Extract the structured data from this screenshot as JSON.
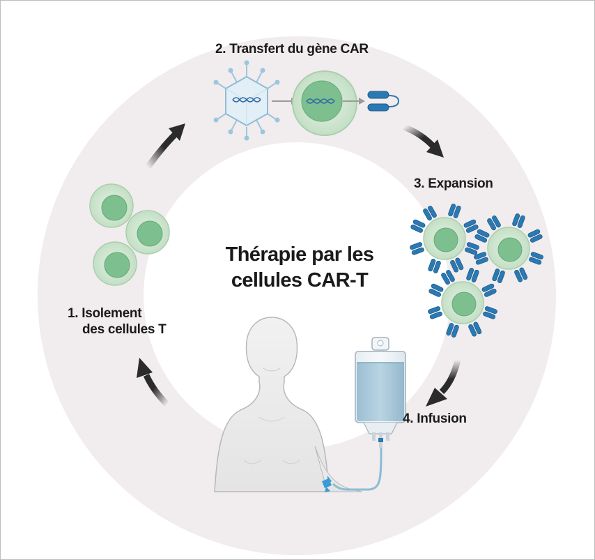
{
  "title": {
    "line1": "Thérapie par les",
    "line2": "cellules CAR-T"
  },
  "steps": [
    {
      "label_line1": "1. Isolement",
      "label_line2": "des cellules T"
    },
    {
      "label": "2. Transfert du gène CAR"
    },
    {
      "label": "3. Expansion"
    },
    {
      "label": "4. Infusion"
    }
  ],
  "colors": {
    "ring": "#f1ecee",
    "cell_outer": "#cfe6cf",
    "cell_nucleus": "#79bf8c",
    "receptor": "#2b79b3",
    "arrow": "#2b2b2b",
    "iv_fluid": "#a9c9dc"
  }
}
